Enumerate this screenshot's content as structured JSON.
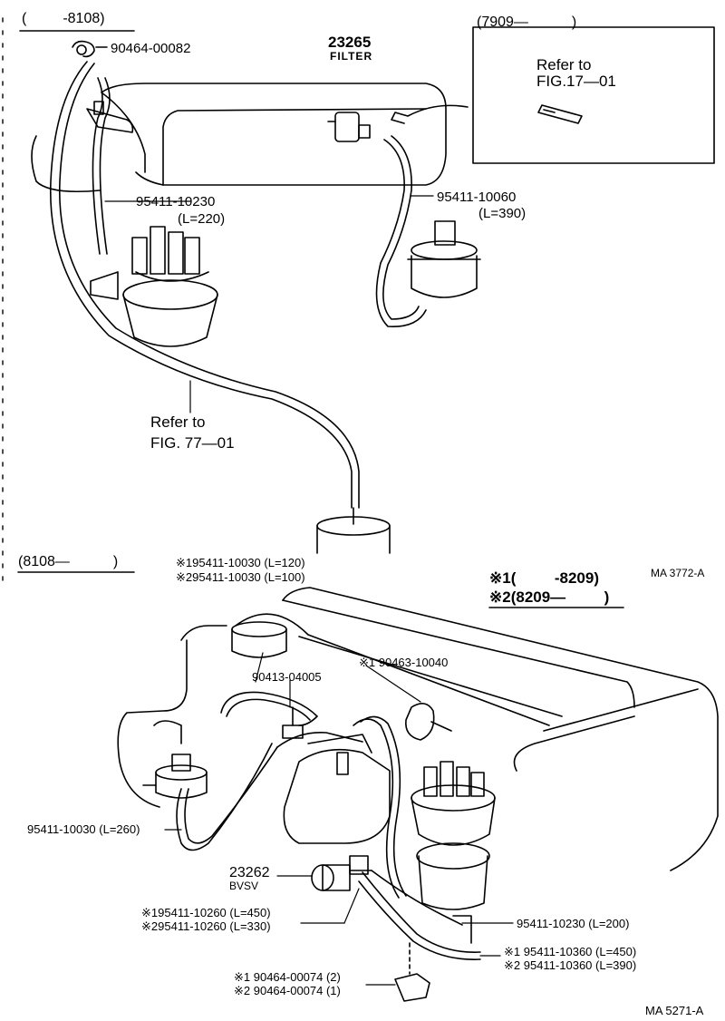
{
  "top_section": {
    "range": "(   -8108)",
    "clip_part": "90464-00082",
    "filter_part": "23265",
    "filter_name": "FILTER",
    "hose_a_part": "95411-10230",
    "hose_a_len": "(L=220)",
    "hose_b_part": "95411-10060",
    "hose_b_len": "(L=390)",
    "refer_77": "Refer to",
    "fig_77": "FIG. 77—01"
  },
  "inset": {
    "range": "(7909—   )",
    "refer": "Refer to",
    "fig": "FIG.17—01"
  },
  "bottom_section": {
    "range": "(8108—   )",
    "legend_1": "※1(   -8209)",
    "legend_2": "※2(8209—   )",
    "code_3772": "MA 3772-A",
    "hose_top_1": "※195411-10030 (L=120)",
    "hose_top_2": "※295411-10030 (L=100)",
    "clamp_1": "※1 90463-10040",
    "part_04005": "90413-04005",
    "hose_260": "95411-10030 (L=260)",
    "bvsv_part": "23262",
    "bvsv_name": "BVSV",
    "hose_450_1": "※195411-10260 (L=450)",
    "hose_330_2": "※295411-10260 (L=330)",
    "hose_200": "95411-10230 (L=200)",
    "hose_360_1": "※1 95411-10360 (L=450)",
    "hose_360_2": "※2 95411-10360 (L=390)",
    "clip_1": "※1 90464-00074 (2)",
    "clip_2": "※2 90464-00074 (1)",
    "code_5271": "MA  5271-A"
  }
}
